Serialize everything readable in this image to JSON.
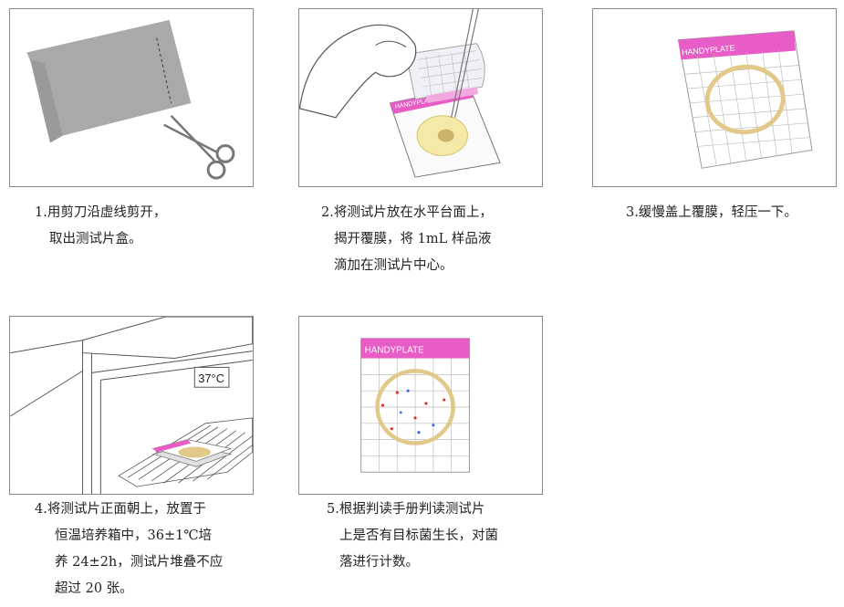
{
  "steps": [
    {
      "lines": [
        "1.用剪刀沿虚线剪开，",
        "取出测试片盒。"
      ]
    },
    {
      "lines": [
        "2.将测试片放在水平台面上，",
        "揭开覆膜，将 1mL 样品液",
        "滴加在测试片中心。"
      ]
    },
    {
      "lines": [
        "3.缓慢盖上覆膜，轻压一下。"
      ]
    },
    {
      "lines": [
        "4.将测试片正面朝上，放置于",
        "恒温培养箱中，36±1℃培",
        "养 24±2h，测试片堆叠不应",
        "超过 20 张。"
      ]
    },
    {
      "lines": [
        "5.根据判读手册判读测试片",
        "上是否有目标菌生长，对菌",
        "落进行计数。"
      ]
    }
  ],
  "labels": {
    "brand": "HANDYPLATE",
    "temperature": "37°C"
  },
  "colors": {
    "brand_pink": "#e85cc6",
    "ring": "#e2c98a",
    "grid": "#bdbdbd"
  }
}
